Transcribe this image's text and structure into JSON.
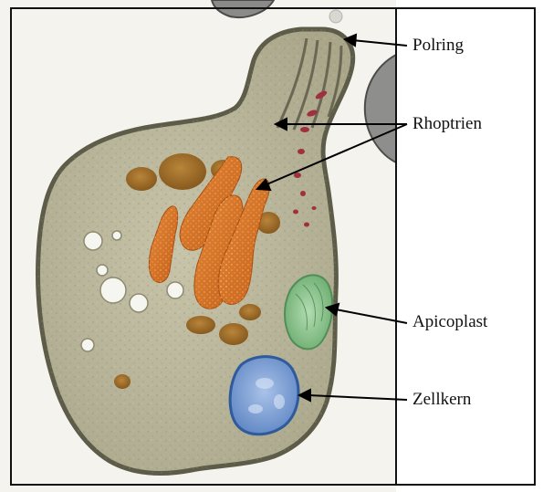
{
  "figure": {
    "type": "labelled-micrograph",
    "labels": [
      {
        "key": "polring",
        "text": "Polring"
      },
      {
        "key": "rhoptrien",
        "text": "Rhoptrien"
      },
      {
        "key": "apicoplast",
        "text": "Apicoplast"
      },
      {
        "key": "zellkern",
        "text": "Zellkern"
      }
    ]
  },
  "colors": {
    "background": "#f4f3ee",
    "cell_cytoplasm": "#b8b59a",
    "cell_membrane": "#5d5c48",
    "rhoptry_orange": "#d4752a",
    "dense_granule_brown": "#9a6a25",
    "apicoplast_green": "#8cc48f",
    "nucleus_blue": "#7ea0d4",
    "micronemes_red": "#a03040",
    "vacuole_white": "#f6f6f0",
    "frame": "#111111",
    "arrow": "#000000"
  }
}
